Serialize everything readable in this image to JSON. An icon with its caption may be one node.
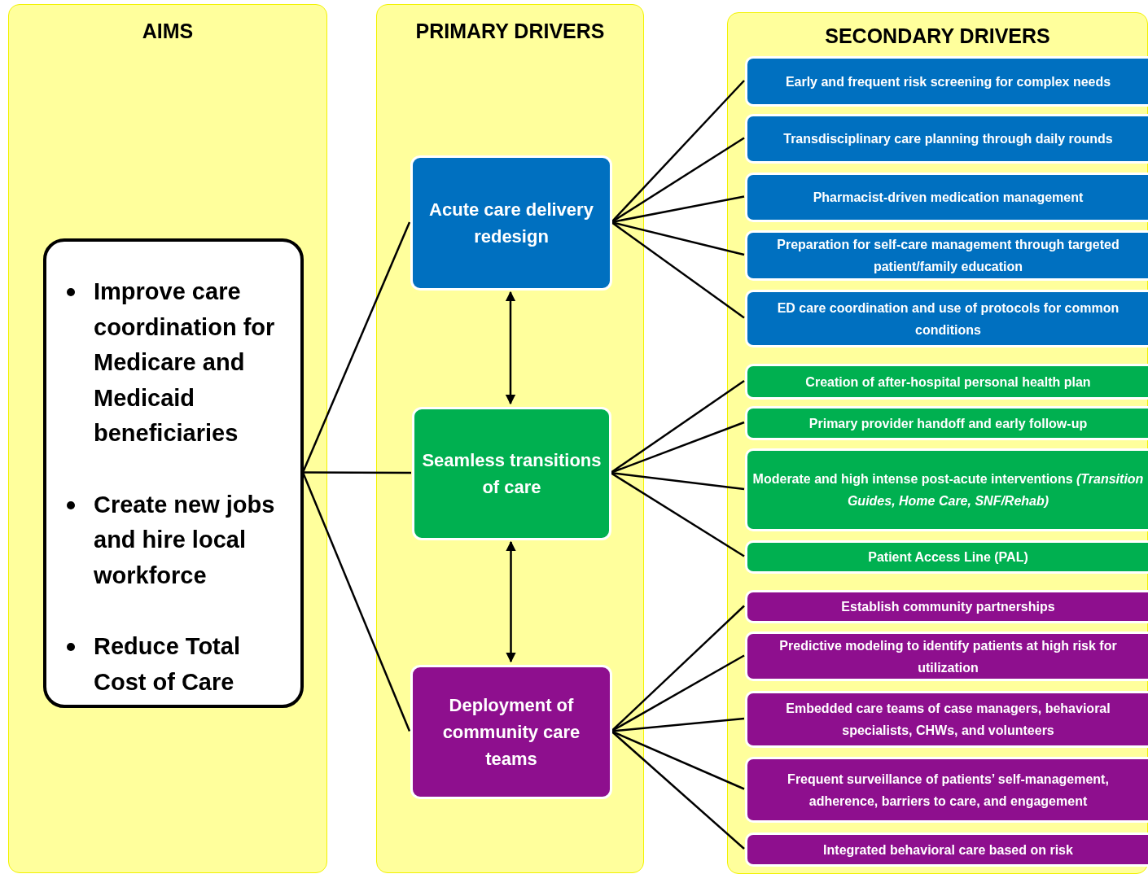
{
  "diagram": {
    "nodes": [
      {
        "text": [
          "AIMS"
        ]
      },
      {
        "text": [
          "PRIMARY DRIVERS"
        ]
      },
      {
        "text": [
          "SECONDARY DRIVERS"
        ]
      },
      {
        "text": [
          "Improve care coordination for Medicare and Medicaid beneficiaries",
          "Create new jobs and hire local workforce",
          "Reduce Total Cost of Care"
        ],
        "in": 0
      },
      {
        "text": [
          "Acute care delivery redesign"
        ],
        "in": 1
      },
      {
        "text": [
          "Seamless transitions of care"
        ],
        "in": 1
      },
      {
        "text": [
          "Deployment of community care teams"
        ],
        "in": 1
      },
      {
        "text": [
          "Early and frequent risk screening for complex needs"
        ],
        "in": 2
      },
      {
        "text": [
          "Transdisciplinary care planning through daily rounds"
        ],
        "in": 2
      },
      {
        "text": [
          "Pharmacist-driven medication management"
        ],
        "in": 2
      },
      {
        "text": [
          "Preparation for self-care management through targeted patient/family education"
        ],
        "in": 2
      },
      {
        "text": [
          "ED care coordination and use of protocols for common conditions"
        ],
        "in": 2
      },
      {
        "text": [
          "Creation of after-hospital personal health plan"
        ],
        "in": 2
      },
      {
        "text": [
          "Primary provider handoff and early follow-up"
        ],
        "in": 2
      },
      {
        "text": [
          "Moderate and high intense post-acute interventions *(Transition Guides, Home Care, SNF/Rehab)*"
        ],
        "in": 2
      },
      {
        "text": [
          "Patient Access Line (PAL)"
        ],
        "in": 2
      },
      {
        "text": [
          "Establish community partnerships"
        ],
        "in": 2
      },
      {
        "text": [
          "Predictive modeling to identify patients at high risk for utilization"
        ],
        "in": 2
      },
      {
        "text": [
          "Embedded care teams of case managers, behavioral specialists, CHWs, and volunteers"
        ],
        "in": 2
      },
      {
        "text": [
          "Frequent surveillance of patients’ self-management, adherence, barriers to care, and engagement"
        ],
        "in": 2
      },
      {
        "text": [
          "Integrated behavioral care based on risk"
        ],
        "in": 2
      }
    ],
    "edges": [
      {
        "from": 3,
        "to": 4,
        "arrow": "none"
      },
      {
        "from": 3,
        "to": 5,
        "arrow": "none"
      },
      {
        "from": 3,
        "to": 6,
        "arrow": "none"
      },
      {
        "from": 4,
        "to": 5,
        "arrow": "both"
      },
      {
        "from": 5,
        "to": 6,
        "arrow": "both"
      },
      {
        "from": 4,
        "to": 7,
        "arrow": "none"
      },
      {
        "from": 4,
        "to": 8,
        "arrow": "none"
      },
      {
        "from": 4,
        "to": 9,
        "arrow": "none"
      },
      {
        "from": 4,
        "to": 10,
        "arrow": "none"
      },
      {
        "from": 4,
        "to": 11,
        "arrow": "none"
      },
      {
        "from": 5,
        "to": 12,
        "arrow": "none"
      },
      {
        "from": 5,
        "to": 13,
        "arrow": "none"
      },
      {
        "from": 5,
        "to": 14,
        "arrow": "none"
      },
      {
        "from": 5,
        "to": 15,
        "arrow": "none"
      },
      {
        "from": 6,
        "to": 16,
        "arrow": "none"
      },
      {
        "from": 6,
        "to": 17,
        "arrow": "none"
      },
      {
        "from": 6,
        "to": 18,
        "arrow": "none"
      },
      {
        "from": 6,
        "to": 19,
        "arrow": "none"
      },
      {
        "from": 6,
        "to": 20,
        "arrow": "none"
      }
    ]
  }
}
